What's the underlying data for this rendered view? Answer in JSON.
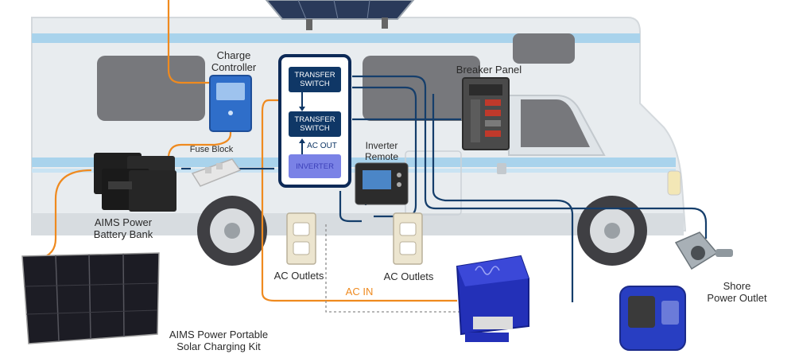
{
  "labels": {
    "charge_controller": "Charge\nController",
    "breaker_panel": "Breaker Panel",
    "fuse_block": "Fuse Block",
    "battery_bank": "AIMS Power\nBattery Bank",
    "inverter_remote": "Inverter\nRemote",
    "ac_outlets_1": "AC Outlets",
    "ac_outlets_2": "AC Outlets",
    "ac_in": "AC IN",
    "shore_power": "Shore\nPower Outlet",
    "solar_kit": "AIMS Power Portable\nSolar Charging Kit"
  },
  "inverter_panel": {
    "transfer_switch_1": "TRANSFER\nSWITCH",
    "transfer_switch_2": "TRANSFER\nSWITCH",
    "ac_out": "AC OUT",
    "inverter": "INVERTER"
  },
  "colors": {
    "rv_body": "#e8ecef",
    "rv_stripe_blue": "#a9d3ec",
    "window_gray": "#77787c",
    "panel_navy": "#0d2a57",
    "box_navy": "#0f3766",
    "inverter_purple": "#7a82e6",
    "wire_orange": "#ef8a1f",
    "wire_navy": "#153e6b",
    "wheel_dark": "#3f3f43"
  }
}
